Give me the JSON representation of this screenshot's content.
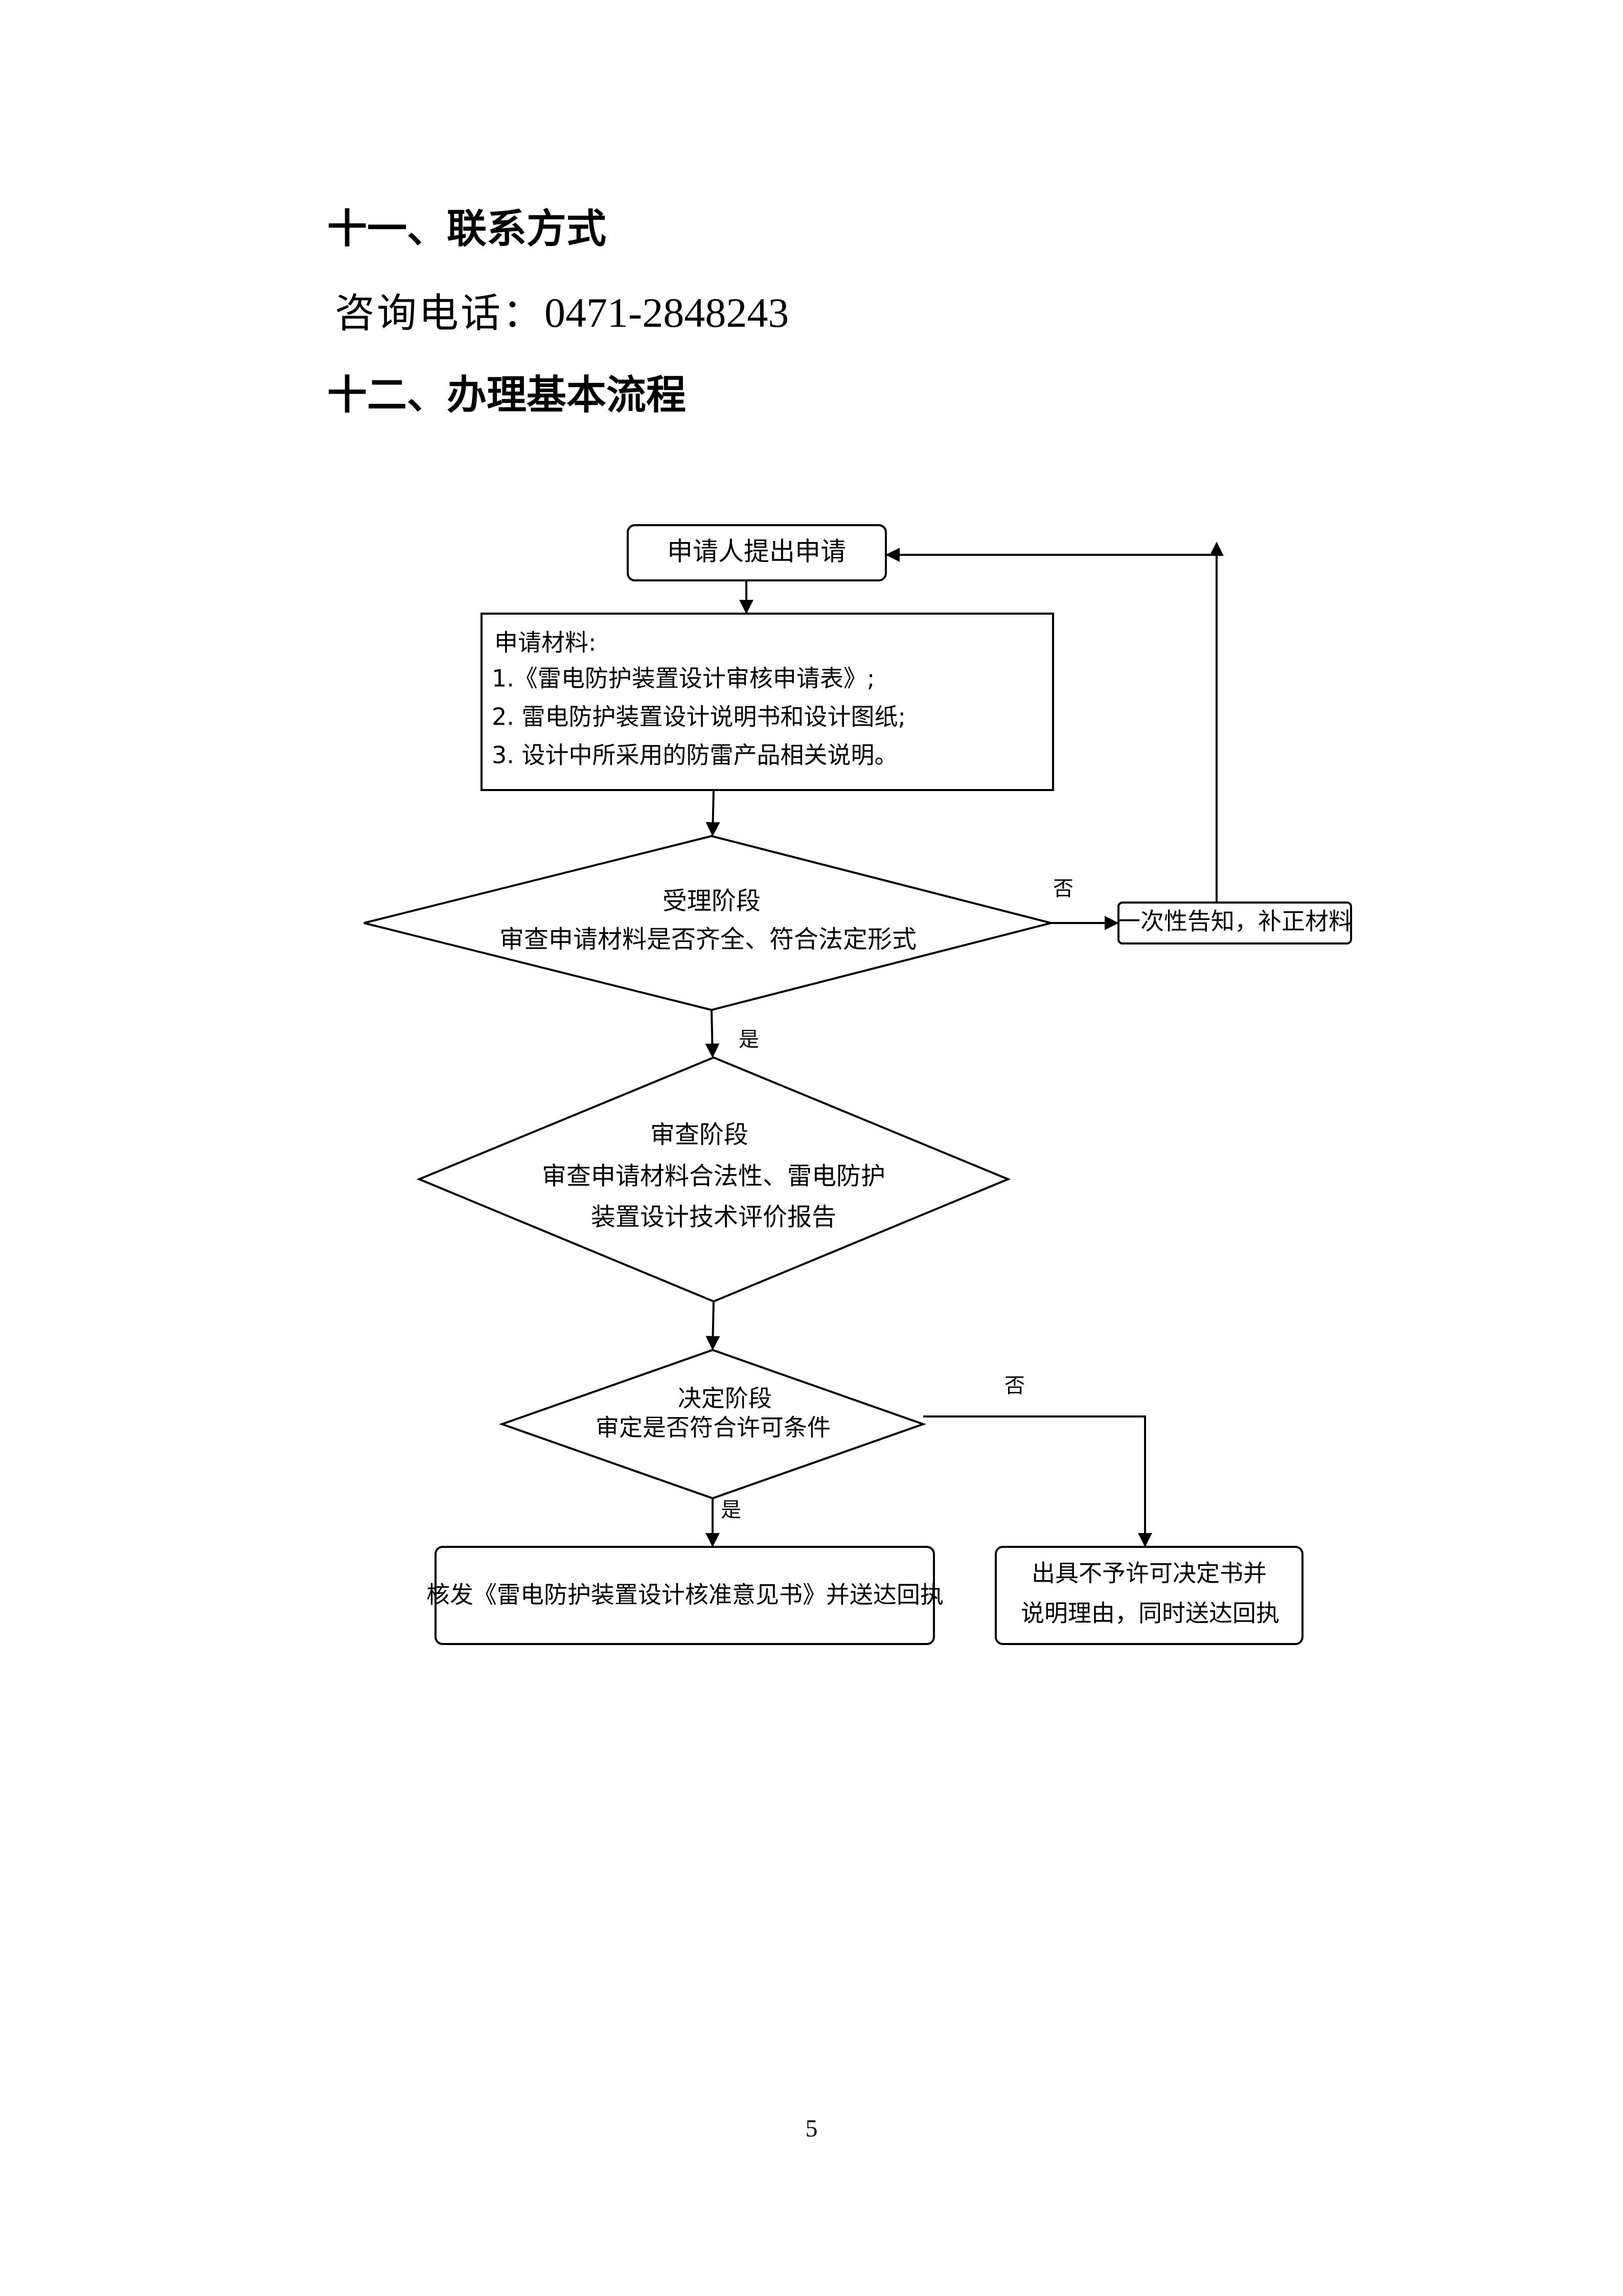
{
  "section11": {
    "title": "十一、联系方式",
    "phone_label": "咨询电话：",
    "phone_number": "0471-2848243"
  },
  "section12": {
    "title": "十二、办理基本流程"
  },
  "flow": {
    "start": "申请人提出申请",
    "materials": {
      "title": "申请材料:",
      "items": [
        "1.《雷电防护装置设计审核申请表》;",
        "2. 雷电防护装置设计说明书和设计图纸;",
        "3. 设计中所采用的防雷产品相关说明。"
      ]
    },
    "acceptance": {
      "stage": "受理阶段",
      "desc": "审查申请材料是否齐全、符合法定形式"
    },
    "supplement": "一次性告知，补正材料",
    "review": {
      "stage": "审查阶段",
      "desc_line1": "审查申请材料合法性、雷电防护",
      "desc_line2": "装置设计技术评价报告"
    },
    "decision": {
      "stage": "决定阶段",
      "desc": "审定是否符合许可条件"
    },
    "approve": "核发《雷电防护装置设计核准意见书》并送达回执",
    "reject_line1": "出具不予许可决定书并",
    "reject_line2": "说明理由，同时送达回执",
    "label_no": "否",
    "label_yes": "是"
  },
  "page_number": "5"
}
